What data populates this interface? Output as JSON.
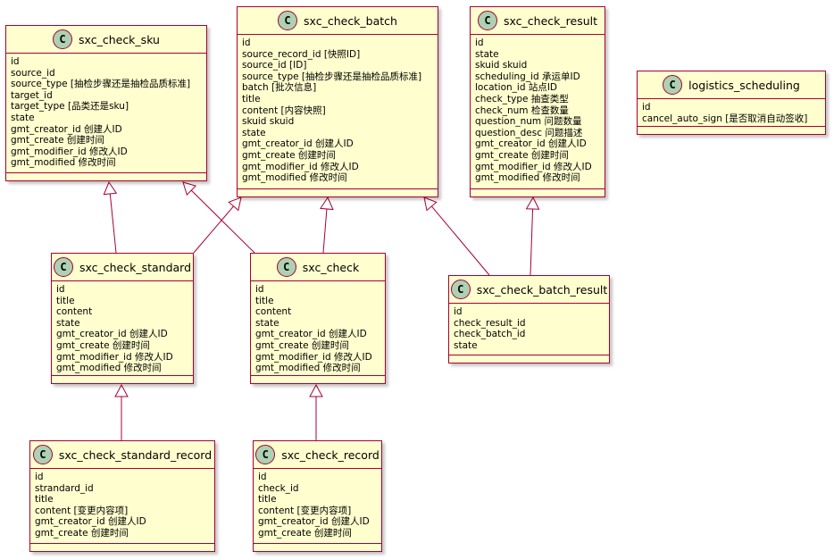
{
  "classes": {
    "sku": {
      "stereotype": "C",
      "name": "sxc_check_sku",
      "fields": [
        "id",
        "source_id",
        "source_type [抽检步骤还是抽检品质标准]",
        "target_id",
        "target_type [品类还是sku]",
        "state",
        "gmt_creator_id 创建人ID",
        "gmt_create 创建时间",
        "gmt_modifier_id 修改人ID",
        "gmt_modified 修改时间"
      ]
    },
    "batch": {
      "stereotype": "C",
      "name": "sxc_check_batch",
      "fields": [
        "id",
        "source_record_id [快照ID]",
        "source_id [ID]",
        "source_type [抽检步骤还是抽检品质标准]",
        "batch [批次信息]",
        "title",
        "content [内容快照]",
        "skuid skuid",
        "state",
        "gmt_creator_id 创建人ID",
        "gmt_create 创建时间",
        "gmt_modifier_id 修改人ID",
        "gmt_modified 修改时间"
      ]
    },
    "result": {
      "stereotype": "C",
      "name": "sxc_check_result",
      "fields": [
        "id",
        "state",
        "skuid skuid",
        "scheduling_id      承运单ID",
        "location_id 站点ID",
        "check_type 抽查类型",
        "check_num 检查数量",
        "question_num 问题数量",
        "question_desc 问题描述",
        "gmt_creator_id 创建人ID",
        "gmt_create 创建时间",
        "gmt_modifier_id 修改人ID",
        "gmt_modified 修改时间"
      ]
    },
    "logistics": {
      "stereotype": "C",
      "name": "logistics_scheduling",
      "fields": [
        "id",
        "cancel_auto_sign [是否取消自动签收]"
      ]
    },
    "standard": {
      "stereotype": "C",
      "name": "sxc_check_standard",
      "fields": [
        "id",
        "title",
        "content",
        "state",
        "gmt_creator_id 创建人ID",
        "gmt_create 创建时间",
        "gmt_modifier_id 修改人ID",
        "gmt_modified 修改时间"
      ]
    },
    "check": {
      "stereotype": "C",
      "name": "sxc_check",
      "fields": [
        "id",
        "title",
        "content",
        "state",
        "gmt_creator_id 创建人ID",
        "gmt_create 创建时间",
        "gmt_modifier_id 修改人ID",
        "gmt_modified 修改时间"
      ]
    },
    "batch_result": {
      "stereotype": "C",
      "name": "sxc_check_batch_result",
      "fields": [
        "id",
        "check_result_id",
        "check_batch_id",
        "state"
      ]
    },
    "standard_record": {
      "stereotype": "C",
      "name": "sxc_check_standard_record",
      "fields": [
        "id",
        "strandard_id",
        "title",
        "content [变更内容项]",
        "gmt_creator_id 创建人ID",
        "gmt_create 创建时间"
      ]
    },
    "record": {
      "stereotype": "C",
      "name": "sxc_check_record",
      "fields": [
        "id",
        "check_id",
        "title",
        "content [变更内容项]",
        "gmt_creator_id 创建人ID",
        "gmt_create 创建时间"
      ]
    }
  },
  "relations": [
    {
      "from": "standard",
      "to": "sku",
      "type": "extends"
    },
    {
      "from": "standard",
      "to": "batch",
      "type": "extends"
    },
    {
      "from": "check",
      "to": "sku",
      "type": "extends"
    },
    {
      "from": "check",
      "to": "batch",
      "type": "extends"
    },
    {
      "from": "batch_result",
      "to": "batch",
      "type": "extends"
    },
    {
      "from": "batch_result",
      "to": "result",
      "type": "extends"
    },
    {
      "from": "standard_record",
      "to": "standard",
      "type": "extends"
    },
    {
      "from": "record",
      "to": "check",
      "type": "extends"
    }
  ],
  "colors": {
    "box_fill": "#FEFECE",
    "border": "#A80036",
    "circle_fill": "#ADD1B2"
  }
}
